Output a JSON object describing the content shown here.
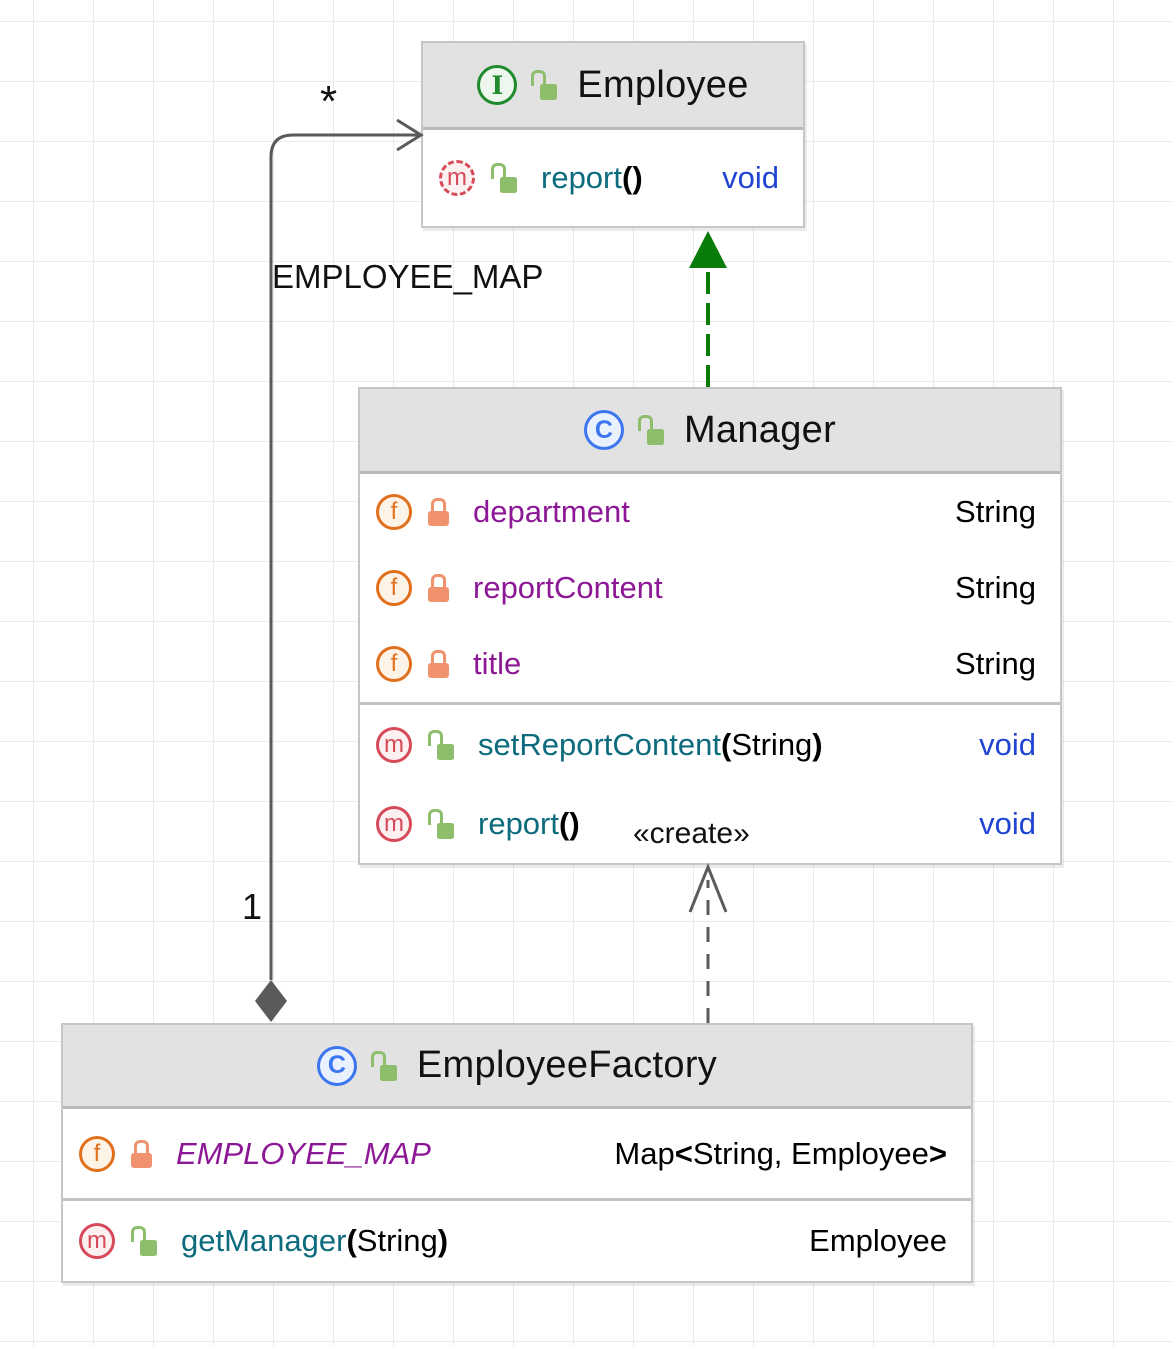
{
  "diagram": {
    "classes": [
      {
        "id": "employee",
        "kind": "interface",
        "name": "Employee",
        "fields": [],
        "methods": [
          {
            "name": "report",
            "params": "",
            "return_type": "void",
            "abstract": true,
            "visibility": "public"
          }
        ]
      },
      {
        "id": "manager",
        "kind": "class",
        "name": "Manager",
        "fields": [
          {
            "name": "department",
            "type": "String",
            "visibility": "private"
          },
          {
            "name": "reportContent",
            "type": "String",
            "visibility": "private"
          },
          {
            "name": "title",
            "type": "String",
            "visibility": "private"
          }
        ],
        "methods": [
          {
            "name": "setReportContent",
            "params": "String",
            "return_type": "void",
            "visibility": "public"
          },
          {
            "name": "report",
            "params": "",
            "return_type": "void",
            "visibility": "public"
          }
        ]
      },
      {
        "id": "employee-factory",
        "kind": "class",
        "name": "EmployeeFactory",
        "fields": [
          {
            "name": "EMPLOYEE_MAP",
            "type_base": "Map",
            "type_args": "String, Employee",
            "visibility": "private",
            "static": true
          }
        ],
        "methods": [
          {
            "name": "getManager",
            "params": "String",
            "return_type": "Employee",
            "visibility": "public"
          }
        ]
      }
    ],
    "edges": [
      {
        "type": "aggregation",
        "from": "EmployeeFactory",
        "to": "Employee",
        "label": "EMPLOYEE_MAP",
        "source_multiplicity": "1",
        "target_multiplicity": "*"
      },
      {
        "type": "realization",
        "from": "Manager",
        "to": "Employee"
      },
      {
        "type": "dependency",
        "from": "EmployeeFactory",
        "to": "Manager",
        "stereotype": "«create»"
      }
    ]
  },
  "icons": {
    "interface_letter": "I",
    "class_letter": "C",
    "field_letter": "f",
    "method_letter": "m"
  },
  "syntax": {
    "paren_open": "(",
    "paren_close": ")",
    "angle_open": "<",
    "angle_close": ">"
  },
  "colors": {
    "header_background": "#e2e2e2",
    "box_border": "#c6c6c6",
    "grid_line": "#ebebeb",
    "edge_gray": "#5a5a5a",
    "edge_green": "#0a7c0a",
    "method_name": "#0c6b7d",
    "field_name": "#8d1896",
    "void_type": "#2045d2",
    "interface_icon": "#1f8b2c",
    "class_icon": "#3b76f0",
    "method_icon": "#d64a5a",
    "field_icon": "#e1701d",
    "public_lock": "#8cbe6c",
    "private_lock": "#f0926e"
  }
}
